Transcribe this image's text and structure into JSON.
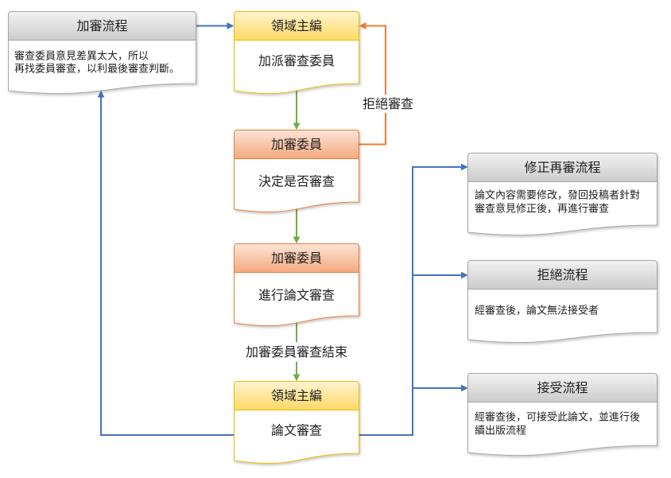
{
  "nodes": {
    "add_review_flow": {
      "header": "加審流程",
      "body_lines": [
        "審查委員意見差異太大，所以",
        "再找委員審查，以利最後審查判斷。"
      ]
    },
    "editor_assign": {
      "header": "領域主編",
      "body": "加派審查委員"
    },
    "reviewer_decide": {
      "header": "加審委員",
      "body": "決定是否審查"
    },
    "reviewer_review": {
      "header": "加審委員",
      "body": "進行論文審查"
    },
    "editor_review": {
      "header": "領域主編",
      "body": "論文審查"
    },
    "revise_flow": {
      "header": "修正再審流程",
      "body_lines": [
        "論文內容需要修改，發回投稿者針對",
        "審查意見修正後，再進行審查"
      ]
    },
    "reject_flow": {
      "header": "拒絕流程",
      "body_lines": [
        "經審查後，論文無法接受者"
      ]
    },
    "accept_flow": {
      "header": "接受流程",
      "body_lines": [
        "經審查後，可接受此論文，並進行後",
        "續出版流程"
      ]
    }
  },
  "edge_labels": {
    "decline_review": "拒絕審查",
    "review_finished": "加審委員審查結束"
  },
  "colors": {
    "connector_blue": "#4472c4",
    "connector_green": "#70ad47",
    "connector_orange": "#ed7d31",
    "gray_header": "#cbcbcb",
    "gray_border": "#a6a6a6",
    "yellow_header": "#ffd966",
    "yellow_border": "#f2b800",
    "salmon_header": "#f4a97f",
    "salmon_border": "#ed7d31"
  }
}
